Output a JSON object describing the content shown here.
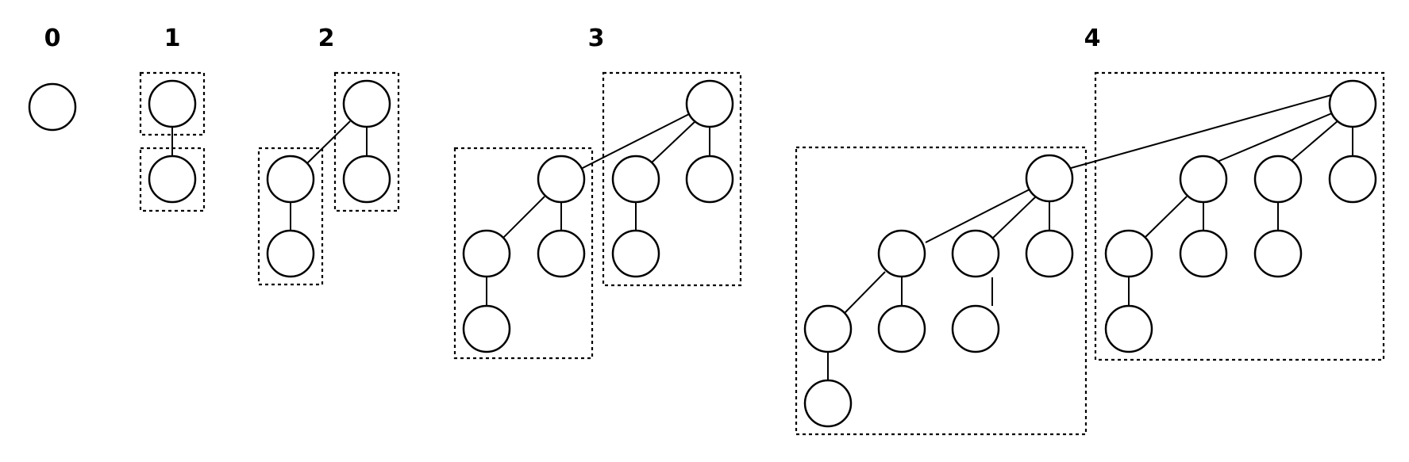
{
  "figure": {
    "trees": [
      {
        "label": "0"
      },
      {
        "label": "1"
      },
      {
        "label": "2"
      },
      {
        "label": "3"
      },
      {
        "label": "4"
      }
    ]
  }
}
